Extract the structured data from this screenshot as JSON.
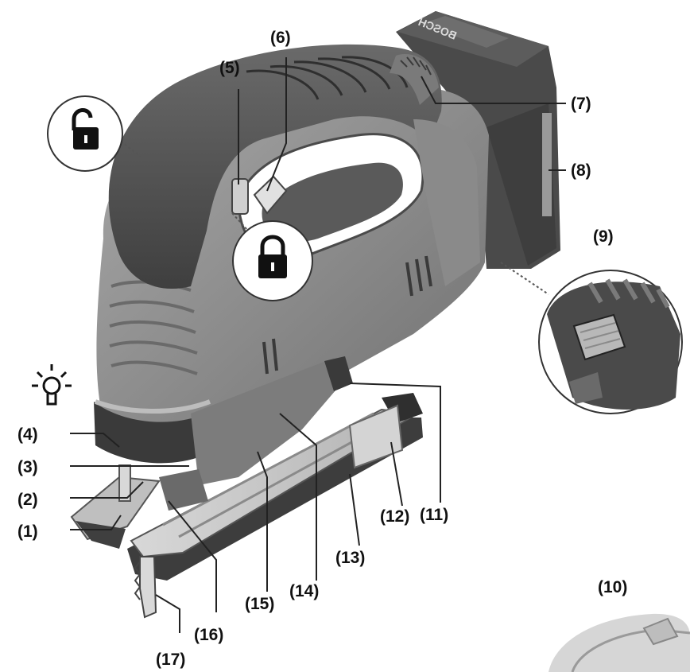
{
  "brand": "BOSCH",
  "labels": {
    "l1": "(1)",
    "l2": "(2)",
    "l3": "(3)",
    "l4": "(4)",
    "l5": "(5)",
    "l6": "(6)",
    "l7": "(7)",
    "l8": "(8)",
    "l9": "(9)",
    "l10": "(10)",
    "l11": "(11)",
    "l12": "(12)",
    "l13": "(13)",
    "l14": "(14)",
    "l15": "(15)",
    "l16": "(16)",
    "l17": "(17)"
  },
  "icons": {
    "unlocked": "unlocked-padlock-icon",
    "locked": "locked-padlock-icon",
    "light": "light-bulb-icon"
  },
  "colors": {
    "body": "#8e8e8e",
    "grip": "#575757",
    "battery": "#4d4d4d",
    "baseplate": "#c9c9c9",
    "label": "#111111"
  }
}
